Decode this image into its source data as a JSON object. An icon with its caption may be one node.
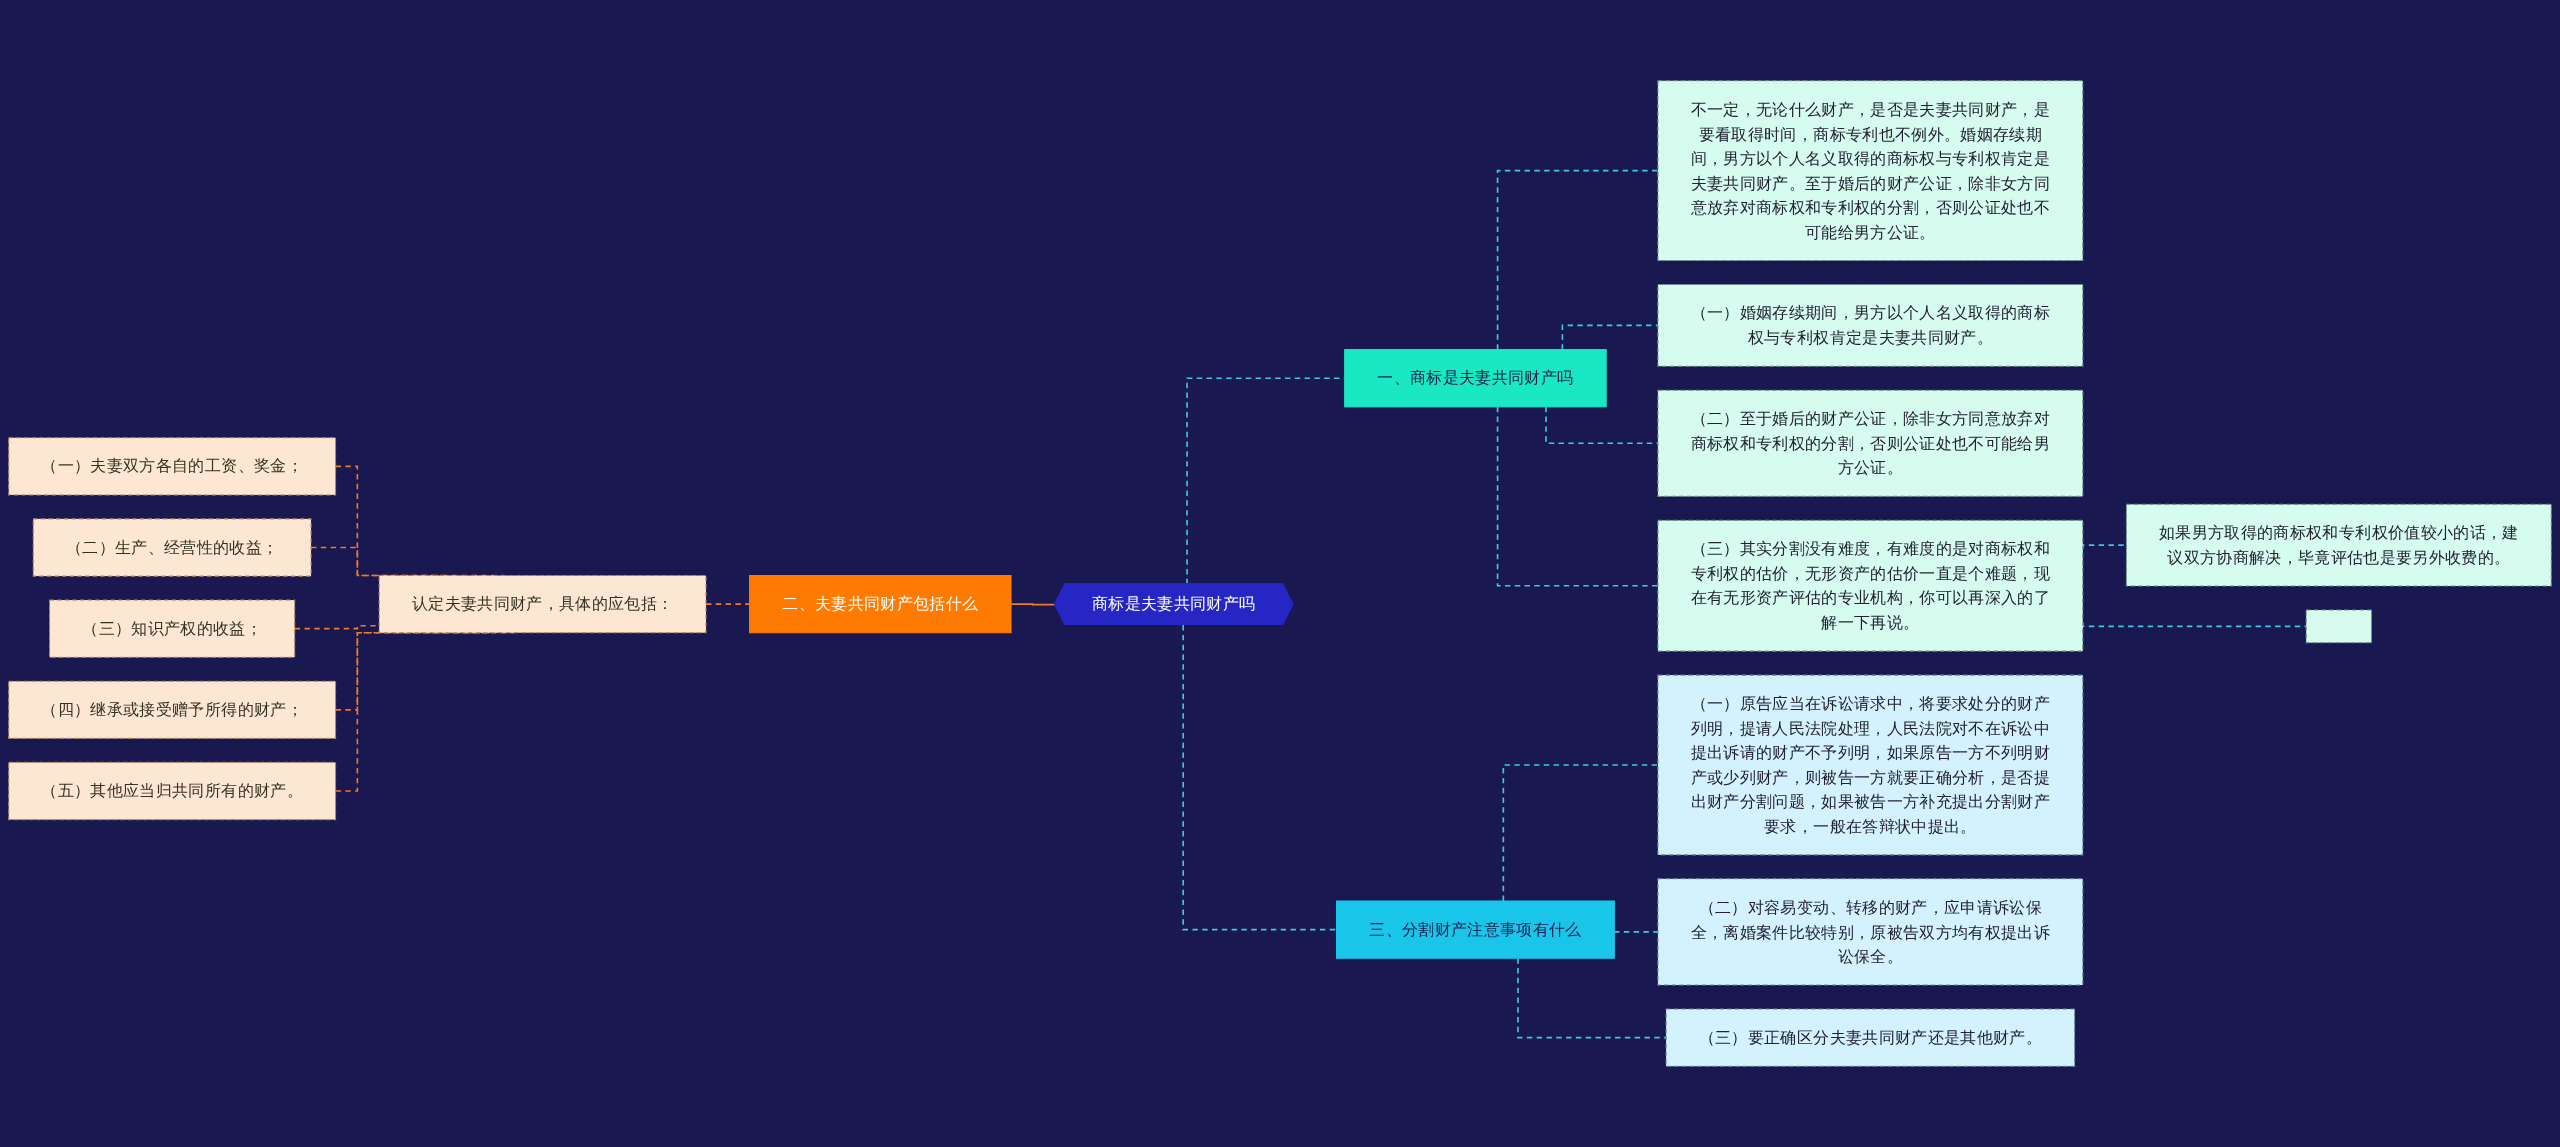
{
  "diagram": {
    "nodes": [
      {
        "text": [
          "商标是夫妻共同财产吗"
        ]
      },
      {
        "text": [
          "一、商标是夫妻共同财产吗"
        ]
      },
      {
        "text": [
          "不一定，无论什么财产，是否是夫妻共同财产，是要看取得时间，商标专利也不例外。婚姻存续期间，男方以个人名义取得的商标权与专利权肯定是夫妻共同财产。至于婚后的财产公证，除非女方同意放弃对商标权和专利权的分割，否则公证处也不可能给男方公证。"
        ]
      },
      {
        "text": [
          "（一）婚姻存续期间，男方以个人名义取得的商标权与专利权肯定是夫妻共同财产。"
        ]
      },
      {
        "text": [
          "（二）至于婚后的财产公证，除非女方同意放弃对商标权和专利权的分割，否则公证处也不可能给男方公证。"
        ]
      },
      {
        "text": [
          "（三）其实分割没有难度，有难度的是对商标权和专利权的估价，无形资产的估价一直是个难题，现在有无形资产评估的专业机构，你可以再深入的了解一下再说。"
        ]
      },
      {
        "text": [
          "如果男方取得的商标权和专利权价值较小的话，建议双方协商解决，毕竟评估也是要另外收费的。"
        ]
      },
      {
        "text": [],
        "shape": "box"
      },
      {
        "text": [
          "二、夫妻共同财产包括什么"
        ]
      },
      {
        "text": [
          "认定夫妻共同财产，具体的应包括："
        ]
      },
      {
        "text": [
          "（一）夫妻双方各自的工资、奖金；"
        ]
      },
      {
        "text": [
          "（二）生产、经营性的收益；"
        ]
      },
      {
        "text": [
          "（三）知识产权的收益；"
        ]
      },
      {
        "text": [
          "（四）继承或接受赠予所得的财产；"
        ]
      },
      {
        "text": [
          "（五）其他应当归共同所有的财产。"
        ]
      },
      {
        "text": [
          "三、分割财产注意事项有什么"
        ]
      },
      {
        "text": [
          "（一）原告应当在诉讼请求中，将要求处分的财产列明，提请人民法院处理，人民法院对不在诉讼中提出诉请的财产不予列明，如果原告一方不列明财产或少列财产，则被告一方就要正确分析，是否提出财产分割问题，如果被告一方补充提出分割财产要求，一般在答辩状中提出。"
        ]
      },
      {
        "text": [
          "（二）对容易变动、转移的财产，应申请诉讼保全，离婚案件比较特别，原被告双方均有权提出诉讼保全。"
        ]
      },
      {
        "text": [
          "（三）要正确区分夫妻共同财产还是其他财产。"
        ]
      }
    ],
    "edges": [
      {
        "from": 0,
        "to": 1,
        "arrow": "none",
        "style": "dashed",
        "color": "#3fc8e6"
      },
      {
        "from": 1,
        "to": 2,
        "arrow": "none",
        "style": "dashed",
        "color": "#3fc8e6"
      },
      {
        "from": 1,
        "to": 3,
        "arrow": "none",
        "style": "dashed",
        "color": "#3fc8e6"
      },
      {
        "from": 1,
        "to": 4,
        "arrow": "none",
        "style": "dashed",
        "color": "#3fc8e6"
      },
      {
        "from": 1,
        "to": 5,
        "arrow": "none",
        "style": "dashed",
        "color": "#3fc8e6"
      },
      {
        "from": 5,
        "to": 6,
        "arrow": "none",
        "style": "dashed",
        "color": "#3fc8e6"
      },
      {
        "from": 5,
        "to": 7,
        "arrow": "none",
        "style": "dashed",
        "color": "#3fc8e6"
      },
      {
        "from": 8,
        "to": 0,
        "arrow": "none",
        "color": "#f07a20"
      },
      {
        "from": 9,
        "to": 8,
        "arrow": "none",
        "style": "dashed",
        "color": "#f07a20"
      },
      {
        "from": 10,
        "to": 9,
        "arrow": "none",
        "style": "dashed",
        "color": "#f07a20"
      },
      {
        "from": 11,
        "to": 9,
        "arrow": "none",
        "style": "dashed",
        "color": "#f07a20"
      },
      {
        "from": 12,
        "to": 9,
        "arrow": "none",
        "style": "dashed",
        "color": "#f07a20"
      },
      {
        "from": 13,
        "to": 9,
        "arrow": "none",
        "style": "dashed",
        "color": "#f07a20"
      },
      {
        "from": 14,
        "to": 9,
        "arrow": "none",
        "style": "dashed",
        "color": "#f07a20"
      },
      {
        "from": 0,
        "to": 15,
        "arrow": "none",
        "style": "dashed",
        "color": "#3fc8e6"
      },
      {
        "from": 15,
        "to": 16,
        "arrow": "none",
        "style": "dashed",
        "color": "#3fc8e6"
      },
      {
        "from": 15,
        "to": 17,
        "arrow": "none",
        "style": "dashed",
        "color": "#3fc8e6"
      },
      {
        "from": 15,
        "to": 18,
        "arrow": "none",
        "style": "dashed",
        "color": "#3fc8e6"
      }
    ]
  }
}
